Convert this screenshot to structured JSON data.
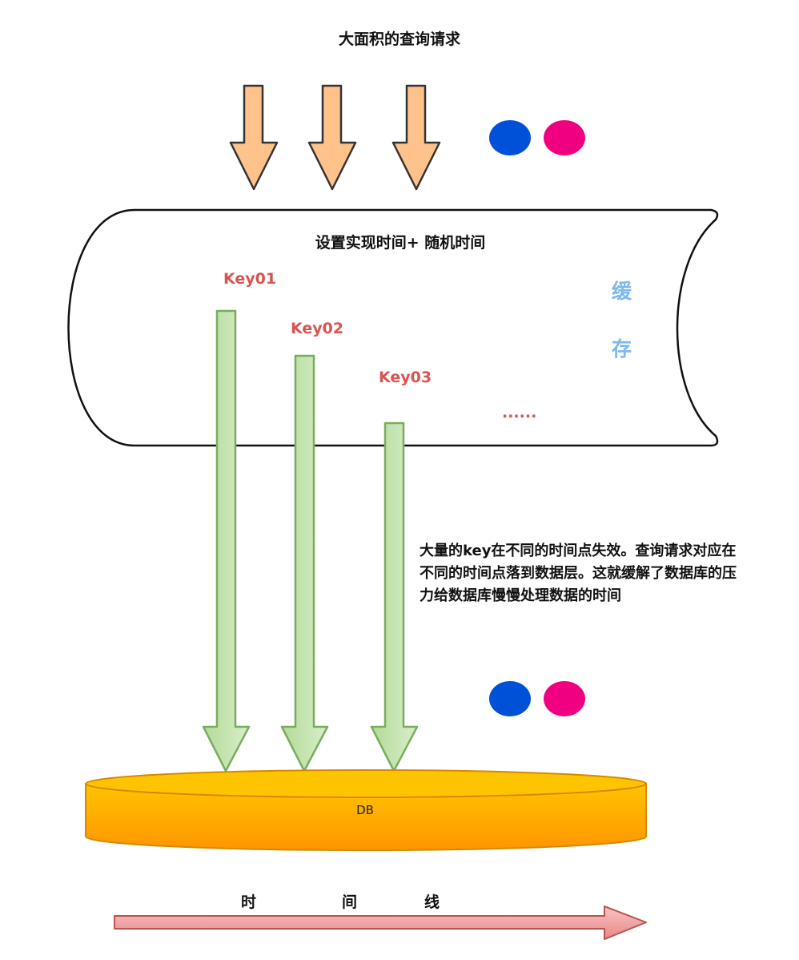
{
  "title": "大面积的查询请求",
  "cache": {
    "title": "设置实现时间+ 随机时间",
    "side_label_1": "缓",
    "side_label_2": "存",
    "keys": [
      "Key01",
      "Key02",
      "Key03"
    ],
    "ellipsis": "......"
  },
  "description": "大量的key在不同的时间点失效。查询请求对应在不同的时间点落到数据层。这就缓解了数据库的压力给数据库慢慢处理数据的时间",
  "db": {
    "label": "DB"
  },
  "timeline": {
    "chars": [
      "时",
      "间",
      "线"
    ]
  },
  "colors": {
    "request_arrow": "#ffc28a",
    "key_arrow": "#a8d58c",
    "dot_blue": "#0050d8",
    "dot_pink": "#f00080",
    "db_fill": "#ffb300",
    "timeline_arrow": "#f2a0a0",
    "key_text": "#d9534f",
    "cache_label": "#7fb7ee"
  }
}
